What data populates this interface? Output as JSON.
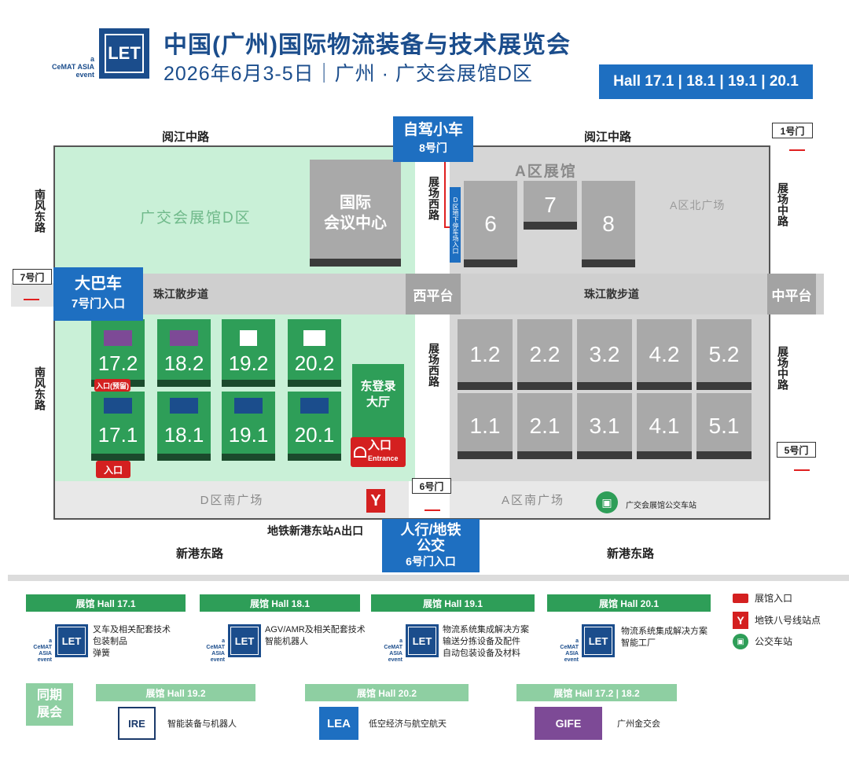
{
  "header": {
    "logo_text": "LET",
    "cemat_a": "a",
    "cemat_name": "CeMAT ASIA",
    "cemat_event": "event",
    "title": "中国(广州)国际物流装备与技术展览会",
    "subtitle": "2026年6月3-5日｜广州 · 广交会展馆D区",
    "halls": "Hall 17.1 | 18.1 | 19.1 | 20.1"
  },
  "roads": {
    "north_left": "阅江中路",
    "north_right": "阅江中路",
    "south_left": "新港东路",
    "south_right": "新港东路",
    "west_top": "南风东路",
    "west_bottom": "南风东路",
    "mid_top": "展场西路",
    "mid_bottom": "展场西路",
    "east_top": "展场中路",
    "east_bottom": "展场中路",
    "walkway_left": "珠江散步道",
    "walkway_right": "珠江散步道"
  },
  "labels": {
    "car_title": "自驾小车",
    "car_gate": "8号门",
    "bus_title": "大巴车",
    "bus_gate": "7号门入口",
    "ped_title1": "人行/地铁",
    "ped_title2": "公交",
    "ped_gate": "6号门入口",
    "metro_exit": "地铁新港东站A出口",
    "west_platform": "西平台",
    "mid_platform": "中平台",
    "zone_d": "广交会展馆D区",
    "zone_a": "A区展馆",
    "a_north_plaza": "A区北广场",
    "d_south_plaza": "D区南广场",
    "a_south_plaza": "A区南广场",
    "conf_center1": "国际",
    "conf_center2": "会议中心",
    "parking": "D区地下停车场入口",
    "east_lobby1": "东登录",
    "east_lobby2": "大厅",
    "entrance_cn": "入口",
    "entrance_en": "Entrance",
    "entry_1": "入口(预留)",
    "entry_2": "入口",
    "bus_station": "广交会展馆公交车站"
  },
  "gates": {
    "g1": "1号门",
    "g5": "5号门",
    "g6": "6号门",
    "g7": "7号门"
  },
  "halls_d_top": [
    "17.2",
    "18.2",
    "19.2",
    "20.2"
  ],
  "halls_d_bottom": [
    "17.1",
    "18.1",
    "19.1",
    "20.1"
  ],
  "halls_a_top": [
    "6",
    "7",
    "8"
  ],
  "halls_a_row2": [
    "1.2",
    "2.2",
    "3.2",
    "4.2",
    "5.2"
  ],
  "halls_a_row3": [
    "1.1",
    "2.1",
    "3.1",
    "4.1",
    "5.1"
  ],
  "legend": {
    "h171": {
      "head": "展馆 Hall  17.1",
      "lines": [
        "叉车及相关配套技术",
        "包装制品",
        "弹簧"
      ]
    },
    "h181": {
      "head": "展馆 Hall  18.1",
      "lines": [
        "AGV/AMR及相关配套技术",
        "智能机器人"
      ]
    },
    "h191": {
      "head": "展馆 Hall  19.1",
      "lines": [
        "物流系统集成解决方案",
        "输送分拣设备及配件",
        "自动包装设备及材料"
      ]
    },
    "h201": {
      "head": "展馆 Hall  20.1",
      "lines": [
        "物流系统集成解决方案",
        "智能工厂"
      ]
    },
    "concurrent1": "同期",
    "concurrent2": "展会",
    "h192": {
      "head": "展馆 Hall  19.2",
      "text": "智能装备与机器人",
      "logo": "IRE"
    },
    "h202": {
      "head": "展馆 Hall  20.2",
      "text": "低空经济与航空航天",
      "logo": "LEA"
    },
    "h172": {
      "head": "展馆 Hall  17.2 | 18.2",
      "text": "广州金交会",
      "logo": "GIFE"
    },
    "key_entrance": "展馆入口",
    "key_metro": "地铁八号线站点",
    "key_bus": "公交车站"
  },
  "colors": {
    "brand_blue": "#1b4d8c",
    "label_blue": "#1e6fc1",
    "hall_green": "#2e9e58",
    "zone_green": "#c9f0d7",
    "entrance_red": "#d42020"
  }
}
